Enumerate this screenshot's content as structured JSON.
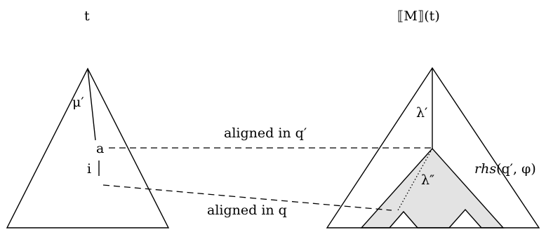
{
  "labels": {
    "left_tree": "t",
    "right_tree": "⟦M⟧(t)",
    "mu_prime": "μ′",
    "node_a": "a",
    "node_i": "i",
    "lambda_prime": "λ′",
    "lambda_double_prime": "λ″",
    "aligned_q_prime": "aligned in q′",
    "aligned_q": "aligned in q",
    "rhs_name": "rhs",
    "rhs_args": "(q′, φ)"
  },
  "colors": {
    "stroke": "#000000",
    "shaded_region": "#e3e3e3"
  }
}
